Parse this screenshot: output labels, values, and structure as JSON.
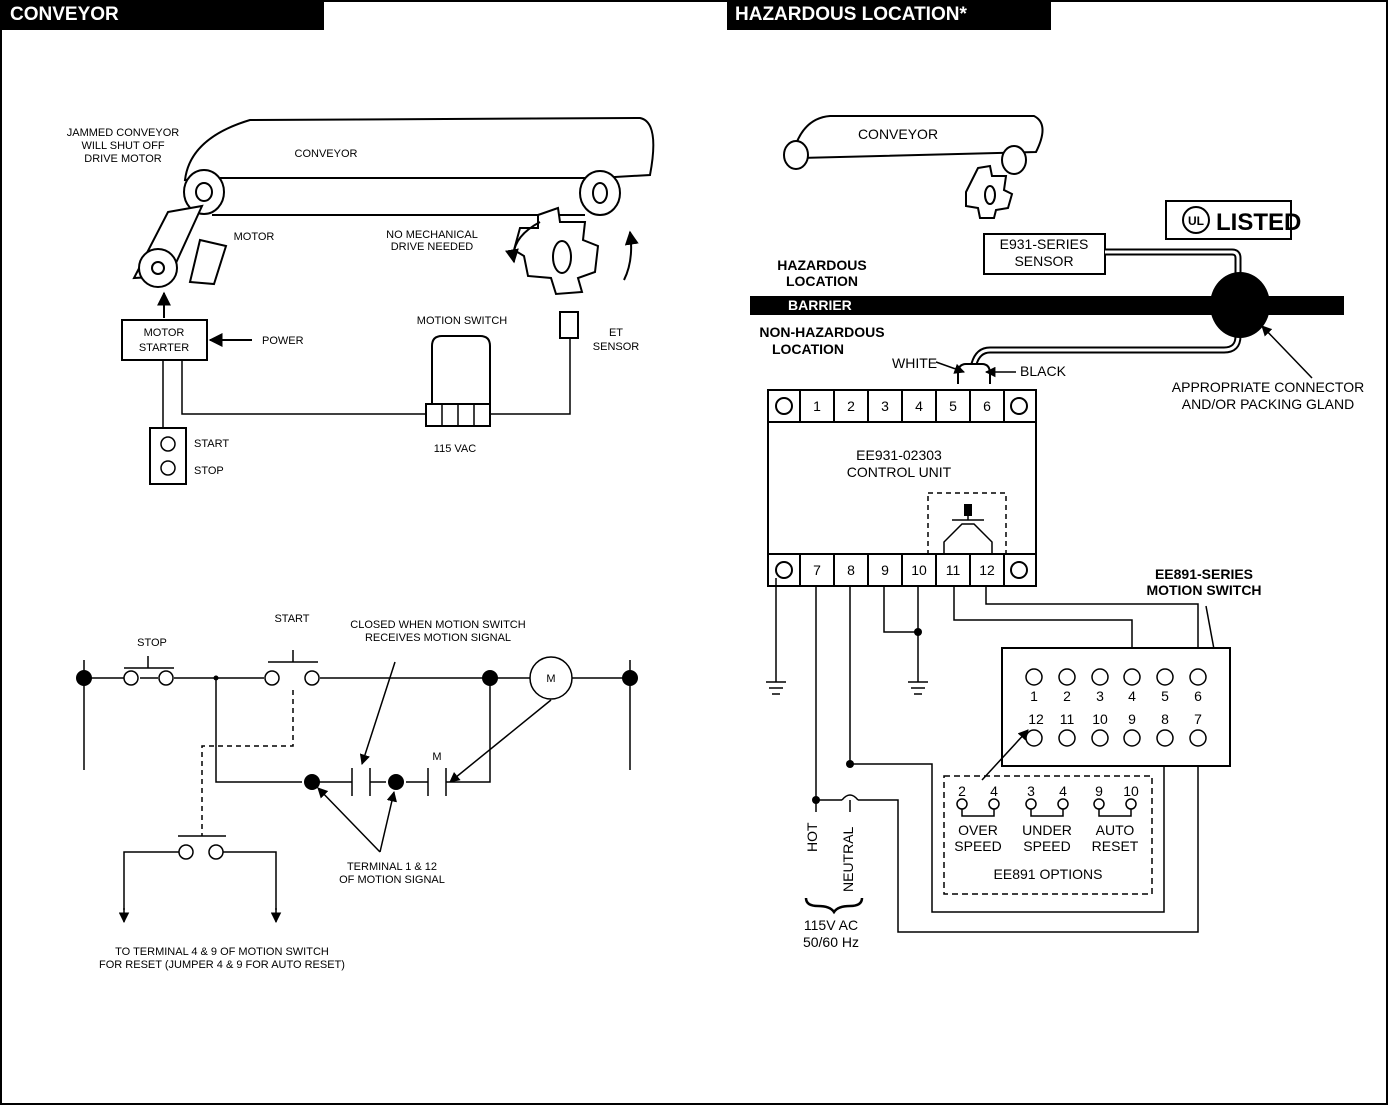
{
  "headers": {
    "left": "CONVEYOR",
    "right": "HAZARDOUS LOCATION*"
  },
  "conveyor_panel": {
    "jammed_line1": "JAMMED CONVEYOR",
    "jammed_line2": "WILL SHUT OFF",
    "jammed_line3": "DRIVE MOTOR",
    "conveyor": "CONVEYOR",
    "motor": "MOTOR",
    "no_mech_line1": "NO MECHANICAL",
    "no_mech_line2": "DRIVE NEEDED",
    "motor_starter_line1": "MOTOR",
    "motor_starter_line2": "STARTER",
    "power": "POWER",
    "motion_switch": "MOTION SWITCH",
    "et_sensor_line1": "ET",
    "et_sensor_line2": "SENSOR",
    "start": "START",
    "stop": "STOP",
    "vac": "115 VAC"
  },
  "ladder_panel": {
    "stop": "STOP",
    "start": "START",
    "closed_line1": "CLOSED WHEN MOTION SWITCH",
    "closed_line2": "RECEIVES MOTION SIGNAL",
    "motor_symbol": "M",
    "contact_m": "M",
    "terminal_line1": "TERMINAL 1 & 12",
    "terminal_line2": "OF MOTION SIGNAL",
    "reset_line1": "TO TERMINAL 4 & 9 OF MOTION SWITCH",
    "reset_line2": "FOR RESET (JUMPER 4 & 9 FOR AUTO RESET)"
  },
  "hazardous_panel": {
    "conveyor": "CONVEYOR",
    "listed": "LISTED",
    "ul": "UL",
    "sensor_line1": "E931-SERIES",
    "sensor_line2": "SENSOR",
    "haz_line1": "HAZARDOUS",
    "haz_line2": "LOCATION",
    "barrier": "BARRIER",
    "nonhaz_line1": "NON-HAZARDOUS",
    "nonhaz_line2": "LOCATION",
    "white": "WHITE",
    "black": "BLACK",
    "connector_line1": "APPROPRIATE CONNECTOR",
    "connector_line2": "AND/OR PACKING GLAND",
    "top_terminals": [
      "1",
      "2",
      "3",
      "4",
      "5",
      "6"
    ],
    "bottom_terminals": [
      "7",
      "8",
      "9",
      "10",
      "11",
      "12"
    ],
    "control_line1": "EE931-02303",
    "control_line2": "CONTROL UNIT",
    "ms_line1": "EE891-SERIES",
    "ms_line2": "MOTION SWITCH",
    "ms_top_terminals": [
      "1",
      "2",
      "3",
      "4",
      "5",
      "6"
    ],
    "ms_bottom_terminals": [
      "12",
      "11",
      "10",
      "9",
      "8",
      "7"
    ],
    "opt_over_a": "2",
    "opt_over_b": "4",
    "opt_under_a": "3",
    "opt_under_b": "4",
    "opt_auto_a": "9",
    "opt_auto_b": "10",
    "over_line1": "OVER",
    "over_line2": "SPEED",
    "under_line1": "UNDER",
    "under_line2": "SPEED",
    "auto_line1": "AUTO",
    "auto_line2": "RESET",
    "options": "EE891 OPTIONS",
    "hot": "HOT",
    "neutral": "NEUTRAL",
    "supply_line1": "115V AC",
    "supply_line2": "50/60 Hz"
  }
}
